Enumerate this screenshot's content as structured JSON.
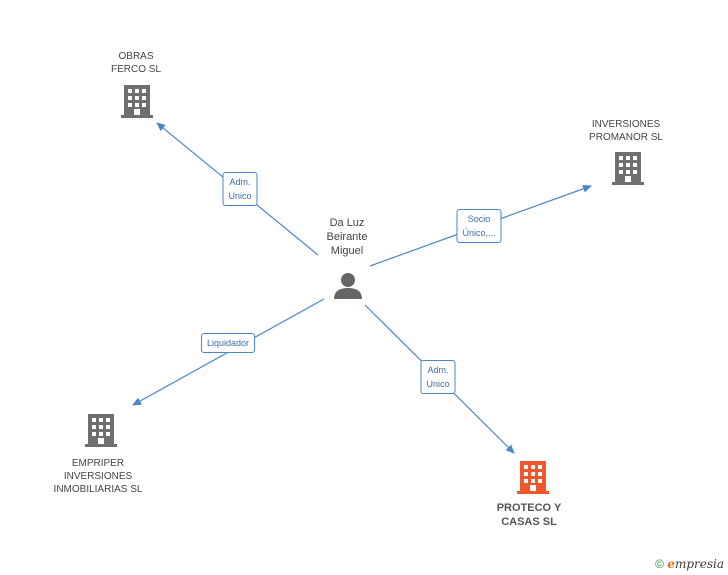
{
  "colors": {
    "edge": "#4a86c8",
    "company": "#6f6f6f",
    "focus_company": "#f0572a",
    "person": "#666666"
  },
  "person": {
    "label": "Da Luz\nBeirante\nMiguel",
    "icon": "person-icon"
  },
  "companies": [
    {
      "id": "obras",
      "label": "OBRAS\nFERCO SL",
      "icon": "building-icon",
      "focus": false
    },
    {
      "id": "inversiones",
      "label": "INVERSIONES\nPROMANOR SL",
      "icon": "building-icon",
      "focus": false
    },
    {
      "id": "empriper",
      "label": "EMPRIPER\nINVERSIONES\nINMOBILIARIAS SL",
      "icon": "building-icon",
      "focus": false
    },
    {
      "id": "proteco",
      "label": "PROTECO Y\nCASAS SL",
      "icon": "building-icon",
      "focus": true
    }
  ],
  "relations": [
    {
      "to": "obras",
      "label": "Adm.\nUnico"
    },
    {
      "to": "inversiones",
      "label": "Socio\nÚnico,..."
    },
    {
      "to": "empriper",
      "label": "Liquidador"
    },
    {
      "to": "proteco",
      "label": "Adm.\nUnico"
    }
  ],
  "footer": {
    "copyright": "©",
    "brand_first": "e",
    "brand_rest": "mpresia"
  }
}
